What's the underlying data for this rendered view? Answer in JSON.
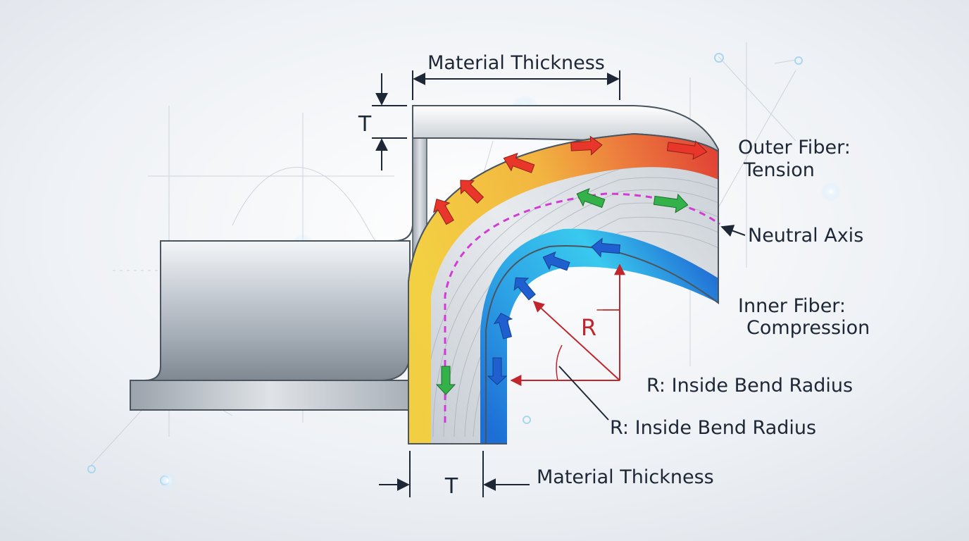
{
  "labels": {
    "top_thickness": "Material Thickness",
    "top_t": "T",
    "outer_fiber_line1": "Outer Fiber:",
    "outer_fiber_line2": "Tension",
    "neutral_axis": "Neutral Axis",
    "inner_fiber_line1": "Inner Fiber:",
    "inner_fiber_line2": "Compression",
    "radius_symbol": "R",
    "radius_label_1": "R: Inside Bend Radius",
    "radius_label_2": "R: Inside Bend Radius",
    "bottom_t": "T",
    "bottom_thickness": "Material Thickness"
  },
  "colors": {
    "background": "#eef1f5",
    "dimension_line": "#1d2736",
    "radius_accent": "#c0262d",
    "tension_red": "#e23a2c",
    "tension_yellow": "#f4cf3a",
    "compression_blue": "#1d6fd6",
    "compression_cyan": "#39c9ee",
    "neutral_axis": "#d23bd6",
    "arrow_green": "#33b24a",
    "arrow_red": "#e8362b",
    "arrow_blue": "#1f5fd0"
  },
  "icons": {
    "tension_arrows": "arrow-icon",
    "neutral_arrows": "arrow-icon",
    "compression_arrows": "arrow-icon"
  }
}
